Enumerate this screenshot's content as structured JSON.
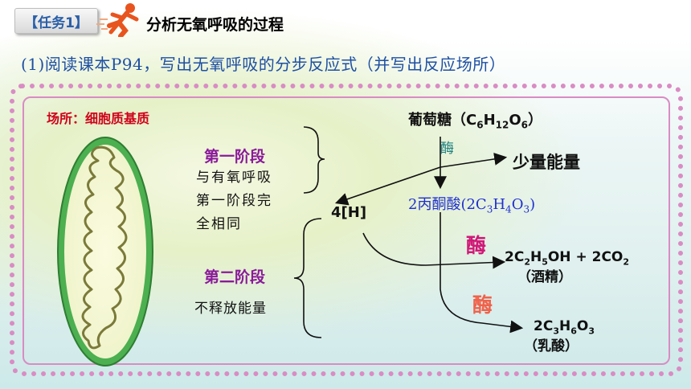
{
  "header": {
    "tag": "【任务1】",
    "title": "分析无氧呼吸的过程",
    "subtitle": "(1)阅读课本P94，写出无氧呼吸的分步反应式（并写出反应场所）"
  },
  "diagram": {
    "place": "场所：细胞质基质",
    "stage1": {
      "title": "第一阶段",
      "note_lines": [
        "与有氧呼吸",
        "第一阶段完",
        "全相同"
      ]
    },
    "stage2": {
      "title": "第二阶段",
      "note": "不释放能量"
    },
    "glucose": {
      "name": "葡萄糖（",
      "c": "C",
      "c_n": "6",
      "h": "H",
      "h_n": "12",
      "o": "O",
      "o_n": "6",
      "close": "）"
    },
    "enzyme_1": "酶",
    "small_energy": "少量能量",
    "pyruvate": {
      "prefix": "2丙酮酸(2C",
      "c_n": "3",
      "h": "H",
      "h_n": "4",
      "o": "O",
      "o_n": "3",
      "close": ")"
    },
    "h4": "4[H]",
    "enzyme_2": "酶",
    "product1": {
      "a": "2C",
      "a_n": "2",
      "b": "H",
      "b_n": "5",
      "c": "OH + 2CO",
      "c_n": "2",
      "name": "（酒精）"
    },
    "enzyme_3": "酶",
    "product2": {
      "a": "2C",
      "a_n": "3",
      "b": "H",
      "b_n": "6",
      "c": "O",
      "c_n": "3",
      "name": "（乳酸）"
    }
  }
}
